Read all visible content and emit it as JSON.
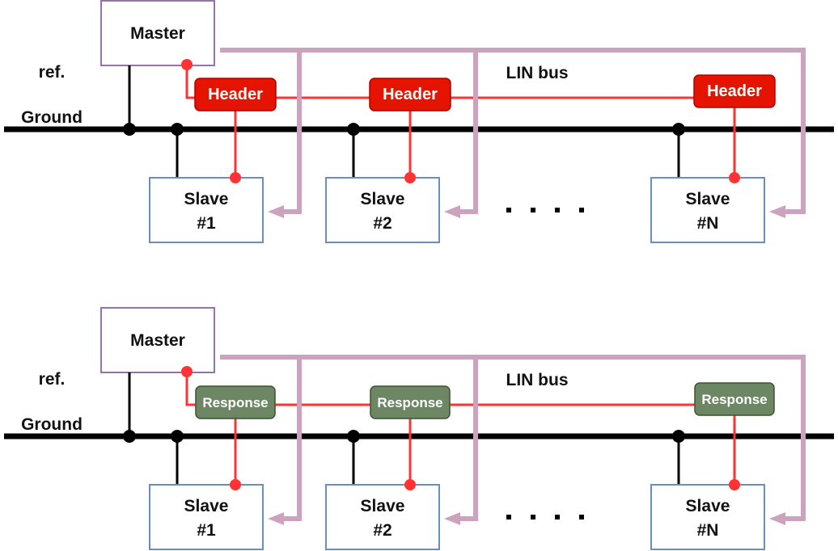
{
  "colors": {
    "ground": "#000000",
    "lin_wire": "#ff3333",
    "master_border": "#9673a6",
    "slave_border": "#6c8ebf",
    "arrow": "#cda2be",
    "header_fill": "#e51400",
    "header_border": "#b20000",
    "response_fill": "#6d8764",
    "response_border": "#3a5431"
  },
  "panels": [
    {
      "master_label": "Master",
      "ground_label_line1": "ref.",
      "ground_label_line2": "Ground",
      "bus_label": "LIN bus",
      "frame_label": "Header",
      "frame_type": "header",
      "slaves": [
        {
          "line1": "Slave",
          "line2": "#1"
        },
        {
          "line1": "Slave",
          "line2": "#2"
        },
        {
          "line1": "Slave",
          "line2": "#N"
        }
      ],
      "ellipsis": ". . . ."
    },
    {
      "master_label": "Master",
      "ground_label_line1": "ref.",
      "ground_label_line2": "Ground",
      "bus_label": "LIN bus",
      "frame_label": "Response",
      "frame_type": "response",
      "slaves": [
        {
          "line1": "Slave",
          "line2": "#1"
        },
        {
          "line1": "Slave",
          "line2": "#2"
        },
        {
          "line1": "Slave",
          "line2": "#N"
        }
      ],
      "ellipsis": ". . . ."
    }
  ]
}
